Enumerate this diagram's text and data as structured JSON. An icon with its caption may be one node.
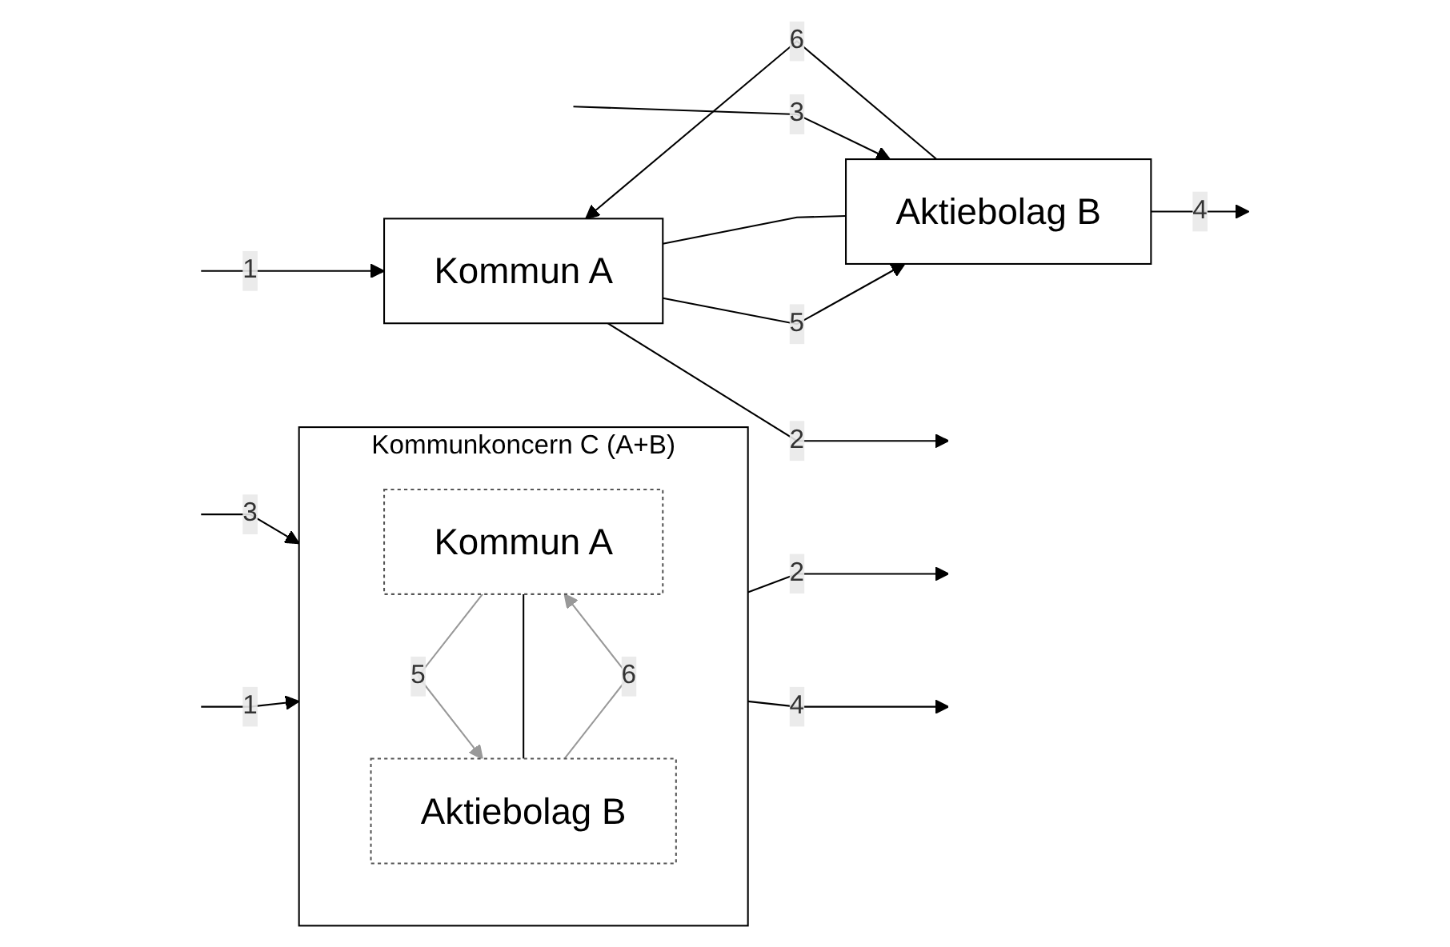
{
  "diagram": {
    "nodes": [
      {
        "text": [
          "Kommun A"
        ]
      },
      {
        "text": [
          "Aktiebolag B"
        ]
      },
      {
        "text": [
          "Kommunkoncern C (A+B)"
        ]
      },
      {
        "text": [
          "Kommun A"
        ],
        "in": 2
      },
      {
        "text": [
          "Aktiebolag B"
        ],
        "in": 2
      }
    ],
    "edges": [
      {
        "from": null,
        "to": 0,
        "label": "1",
        "arrow": "to"
      },
      {
        "from": 0,
        "to": null,
        "label": "2",
        "arrow": "to"
      },
      {
        "from": 0,
        "to": 1,
        "label": "5",
        "arrow": "to"
      },
      {
        "from": 0,
        "to": 1,
        "arrow": "none"
      },
      {
        "from": 1,
        "to": 0,
        "label": "6",
        "arrow": "to"
      },
      {
        "from": null,
        "to": 1,
        "label": "3",
        "arrow": "to"
      },
      {
        "from": 1,
        "to": null,
        "label": "4",
        "arrow": "to"
      },
      {
        "from": null,
        "to": 2,
        "label": "1",
        "arrow": "to"
      },
      {
        "from": 2,
        "to": null,
        "label": "2",
        "arrow": "to"
      },
      {
        "from": 3,
        "to": 4,
        "label": "5",
        "arrow": "to",
        "color": "#999999"
      },
      {
        "from": 3,
        "to": 4,
        "arrow": "none"
      },
      {
        "from": 4,
        "to": 3,
        "label": "6",
        "arrow": "to",
        "color": "#999999"
      },
      {
        "from": null,
        "to": 2,
        "label": "3",
        "arrow": "to"
      },
      {
        "from": 2,
        "to": null,
        "label": "4",
        "arrow": "to"
      }
    ]
  }
}
